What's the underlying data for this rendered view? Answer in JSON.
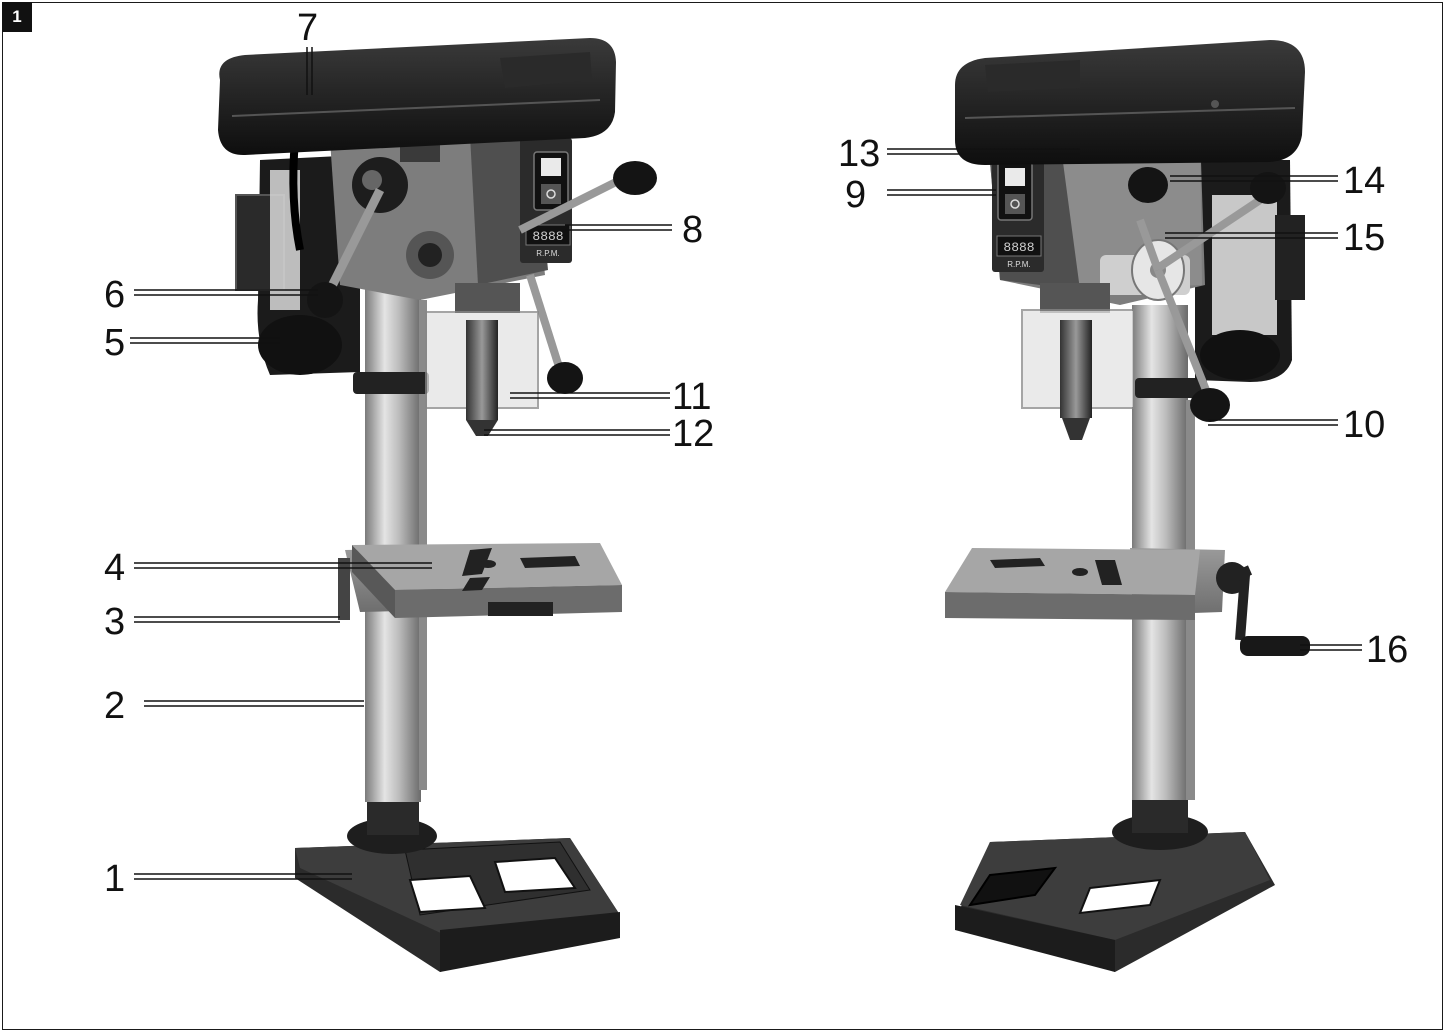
{
  "figure": {
    "number": "1",
    "views": [
      "front-view",
      "rear-view"
    ]
  },
  "callouts": [
    {
      "id": "c1",
      "text": "1",
      "view": "front"
    },
    {
      "id": "c2",
      "text": "2",
      "view": "front"
    },
    {
      "id": "c3",
      "text": "3",
      "view": "front"
    },
    {
      "id": "c4",
      "text": "4",
      "view": "front"
    },
    {
      "id": "c5",
      "text": "5",
      "view": "front"
    },
    {
      "id": "c6",
      "text": "6",
      "view": "front"
    },
    {
      "id": "c7",
      "text": "7",
      "view": "front"
    },
    {
      "id": "c8",
      "text": "8",
      "view": "front"
    },
    {
      "id": "c11",
      "text": "11",
      "view": "front"
    },
    {
      "id": "c12",
      "text": "12",
      "view": "front"
    },
    {
      "id": "c13",
      "text": "13",
      "view": "rear"
    },
    {
      "id": "c9",
      "text": "9",
      "view": "rear"
    },
    {
      "id": "c14",
      "text": "14",
      "view": "rear"
    },
    {
      "id": "c15",
      "text": "15",
      "view": "rear"
    },
    {
      "id": "c10",
      "text": "10",
      "view": "rear"
    },
    {
      "id": "c16",
      "text": "16",
      "view": "rear"
    }
  ],
  "panel_text": {
    "rpm_front": "R.P.M.",
    "rpm_rear": "R.P.M.",
    "digits_front": "8888",
    "digits_rear": "8888"
  },
  "colors": {
    "frame": "#1a1a1a",
    "machine_dark": "#222222",
    "machine_grey": "#8a8a8a",
    "column": "#b5b5b5",
    "background": "#ffffff"
  }
}
